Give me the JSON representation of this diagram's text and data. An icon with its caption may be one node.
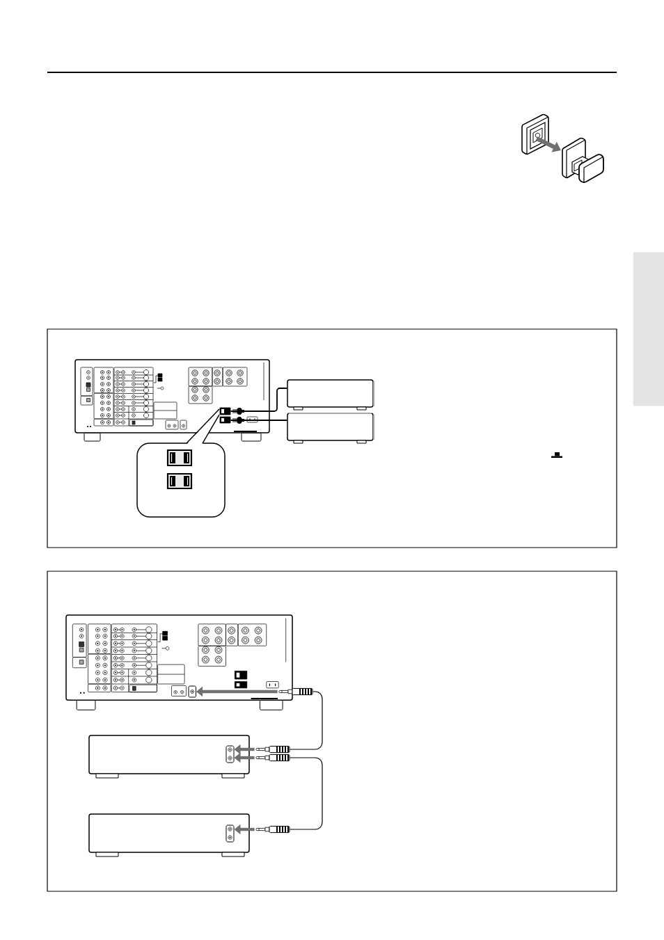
{
  "diagram": {
    "nodes": [
      {
        "text": [],
        "shape": "box"
      },
      {
        "text": [],
        "shape": "picture",
        "in": 0
      },
      {
        "text": [],
        "shape": "box",
        "in": 1
      },
      {
        "text": [],
        "shape": "box",
        "in": 1
      },
      {
        "text": [],
        "shape": "box",
        "in": 0
      },
      {
        "text": [],
        "shape": "box",
        "in": 0
      },
      {
        "text": [],
        "shape": "box",
        "in": 0
      },
      {
        "text": [],
        "shape": "box"
      },
      {
        "text": [],
        "shape": "picture",
        "in": 7
      },
      {
        "text": [],
        "shape": "box",
        "in": 8
      },
      {
        "text": [],
        "shape": "picture",
        "in": 7
      },
      {
        "text": [],
        "shape": "box",
        "in": 7
      },
      {
        "text": [],
        "shape": "box",
        "in": 11
      },
      {
        "text": [],
        "shape": "picture",
        "in": 7
      },
      {
        "text": [],
        "shape": "picture",
        "in": 7
      },
      {
        "text": [],
        "shape": "box",
        "in": 7
      },
      {
        "text": [],
        "shape": "box",
        "in": 15
      },
      {
        "text": [],
        "shape": "picture",
        "in": 7
      },
      {
        "text": [],
        "shape": "box"
      }
    ],
    "edges": [
      {
        "from": 4,
        "to": 2,
        "arrow": "none"
      },
      {
        "from": 5,
        "to": 3,
        "arrow": "none"
      },
      {
        "from": 10,
        "to": 9,
        "arrow": "to",
        "style": "thick",
        "color": "#707070"
      },
      {
        "from": 10,
        "to": 13,
        "arrow": "none"
      },
      {
        "from": 13,
        "to": 12,
        "arrow": "to",
        "style": "thick",
        "color": "#707070"
      },
      {
        "from": 14,
        "to": 12,
        "arrow": "to",
        "style": "thick",
        "color": "#707070"
      },
      {
        "from": 14,
        "to": 17,
        "arrow": "none"
      },
      {
        "from": 17,
        "to": 16,
        "arrow": "to",
        "style": "thick",
        "color": "#707070"
      }
    ]
  }
}
